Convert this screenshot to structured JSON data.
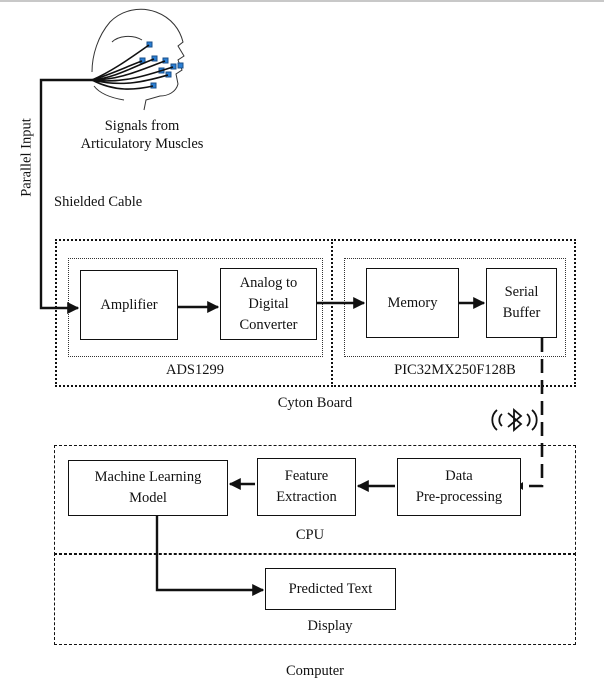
{
  "head": {
    "caption_line1": "Signals from",
    "caption_line2": "Articulatory Muscles"
  },
  "labels": {
    "parallel_input": "Parallel Input",
    "shielded_cable": "Shielded Cable"
  },
  "cyton_board": {
    "label": "Cyton Board",
    "ads": {
      "label": "ADS1299",
      "amplifier": "Amplifier",
      "adc_line1": "Analog to",
      "adc_line2": "Digital",
      "adc_line3": "Converter"
    },
    "pic": {
      "label": "PIC32MX250F128B",
      "memory": "Memory",
      "serial_line1": "Serial",
      "serial_line2": "Buffer"
    }
  },
  "computer": {
    "label": "Computer",
    "cpu": {
      "label": "CPU",
      "ml_line1": "Machine Learning",
      "ml_line2": "Model",
      "feature_line1": "Feature",
      "feature_line2": "Extraction",
      "data_line1": "Data",
      "data_line2": "Pre-processing"
    },
    "display": {
      "label": "Display",
      "predicted_text": "Predicted Text"
    }
  },
  "icons": {
    "bluetooth": "bluetooth-icon",
    "head": "head-with-electrodes-icon"
  }
}
